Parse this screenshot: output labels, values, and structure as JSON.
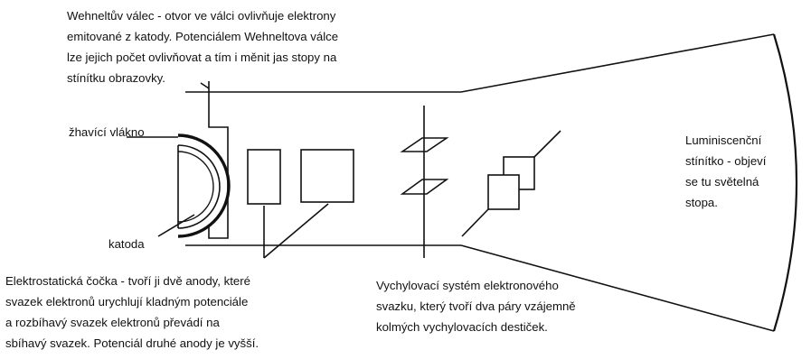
{
  "labels": {
    "wehnelt": "Wehneltův válec - otvor ve válci ovlivňuje elektrony\nemitované z katody. Potenciálem Wehneltova válce\nlze jejich počet ovlivňovat a tím i měnit jas stopy na\nstínítku obrazovky.",
    "filament": "žhavící vlákno",
    "cathode": "katoda",
    "lens": "Elektrostatická čočka - tvoří ji dvě anody, které\nsvazek elektronů urychlují kladným potenciále\na rozbíhavý svazek elektronů převádí na\nsbíhavý svazek. Potenciál druhé anody je vyšší.",
    "deflection": "Vychylovací systém elektronového\nsvazku, který tvoří dva páry vzájemně\nkolmých vychylovacích destiček.",
    "screen": "Luminiscenční\nstínítko - objeví\nse tu světelná\nstopa."
  },
  "colors": {
    "line": "#111111",
    "background": "#ffffff"
  }
}
